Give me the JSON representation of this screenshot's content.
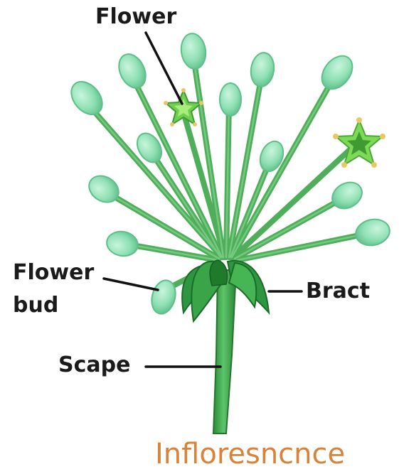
{
  "labels": {
    "flower": "Flower",
    "flower_bud_line1": "Flower",
    "flower_bud_line2": "bud",
    "bract": "Bract",
    "scape": "Scape"
  },
  "caption": "Infloresncnce",
  "colors": {
    "caption": "#d9823a",
    "label_text": "#1a1a1a",
    "leader_line": "#111111",
    "stalk_dark": "#2f8f3a",
    "stalk_light": "#4fb85a",
    "bud_fill": "#8fe0b4",
    "bud_edge": "#5fbf8a",
    "bract_dark": "#1f7a2c",
    "bract_light": "#3aa548",
    "flower_petal": "#7ed957",
    "flower_tip": "#e8c860"
  }
}
